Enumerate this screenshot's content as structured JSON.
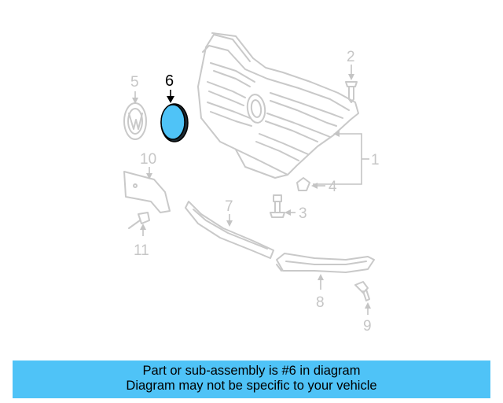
{
  "callouts": {
    "c1": "1",
    "c2": "2",
    "c3": "3",
    "c4": "4",
    "c5": "5",
    "c6": "6",
    "c7": "7",
    "c8": "8",
    "c9": "9",
    "c10": "10",
    "c11": "11"
  },
  "highlighted_part": "6",
  "colors": {
    "highlight_fill": "#4fc3f7",
    "banner_bg": "#4fc3f7",
    "line_art": "#c9c9c9"
  },
  "banner": {
    "line1": "Part or sub-assembly is #6 in diagram",
    "line2": "Diagram may not be specific to your vehicle"
  }
}
